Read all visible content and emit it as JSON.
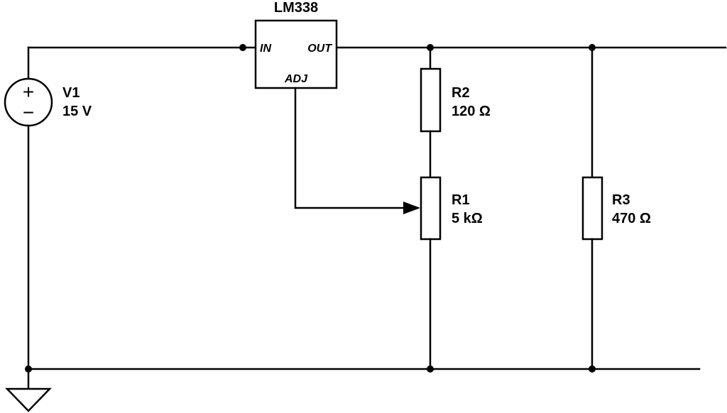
{
  "regulator": {
    "name": "LM338",
    "pins": {
      "in": "IN",
      "out": "OUT",
      "adj": "ADJ"
    }
  },
  "components": {
    "v1": {
      "ref": "V1",
      "value": "15 V"
    },
    "r2": {
      "ref": "R2",
      "value": "120 Ω"
    },
    "r1": {
      "ref": "R1",
      "value": "5 kΩ"
    },
    "r3": {
      "ref": "R3",
      "value": "470 Ω"
    }
  },
  "source_symbols": {
    "plus": "+",
    "minus": "−"
  }
}
